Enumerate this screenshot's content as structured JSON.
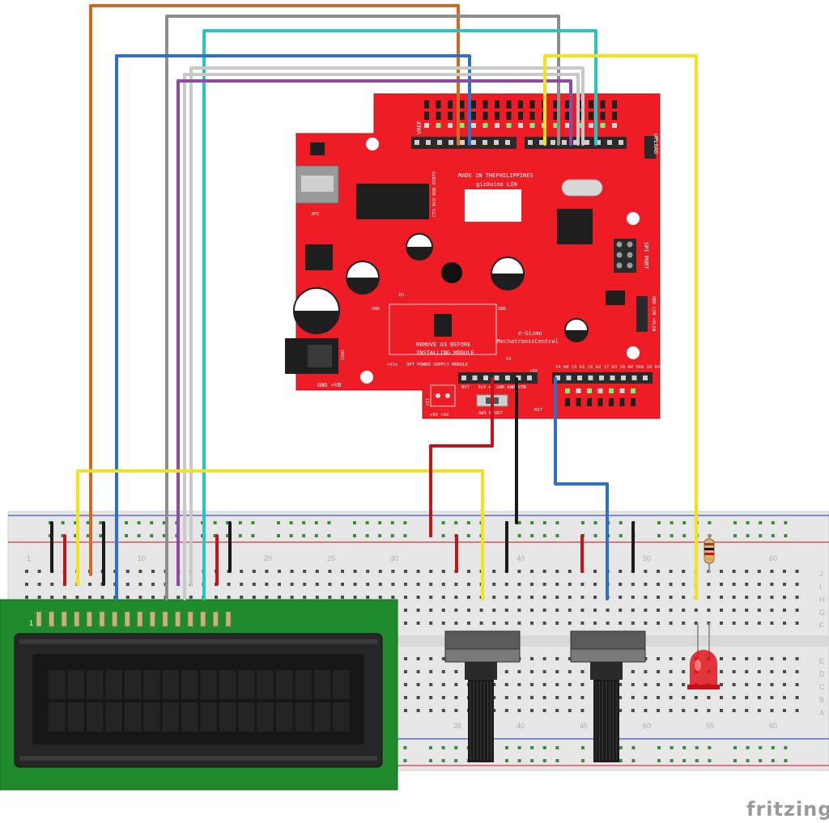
{
  "board": {
    "made_in": "MADE IN THEPHILIPPINES",
    "model": "gizDuino LIN",
    "remove_note_1": "REMOVE  U3  BEFORE",
    "remove_note_2": "INSTALLING MODULE",
    "opt_power": "OPT POWER  SUPPLY  MODULE",
    "brand_1": "e-Gizmo",
    "brand_2": "MechatronixCentral",
    "upload": "UPLOAD",
    "spi_port": "SPI PORT",
    "lin_label": "GND LIN +VLIN",
    "gnd_vb": "GND +VB",
    "gnd": "GND",
    "vref": "VREF",
    "gnd2": "GND",
    "rst": "RST",
    "power_pins": "3v3  +5  GND GND VIN",
    "analog_pins": "14 A0  15 A1  16 A2  17 A3  18 A4 SDA  19 A5 SCL",
    "sw1": "SW1 RESET",
    "j17": "J17",
    "plus5v": "+5V  +5V",
    "cts": "CTS DCD DSR RIRTS",
    "con1": "CON1",
    "jp2": "JP2",
    "r17": "R17",
    "vin": "+Vin",
    "plus5v_2": "+5V",
    "r2": "R2",
    "r3": "R3"
  },
  "breadboard": {
    "column_numbers": [
      "1",
      "10",
      "20",
      "25",
      "30",
      "40",
      "50",
      "60"
    ],
    "column_numbers_lower": [
      "35",
      "40",
      "45",
      "50",
      "55",
      "60"
    ],
    "row_letters_upper": [
      "J",
      "I",
      "H",
      "G",
      "F"
    ],
    "row_letters_lower": [
      "E",
      "D",
      "C",
      "B",
      "A"
    ]
  },
  "lcd": {
    "pin1_label": "1",
    "rows": 2,
    "cols": 16,
    "pin_count": 16
  },
  "wire_colors": {
    "orange": "#d2691e",
    "blue": "#2f6fc4",
    "gray": "#8c8c8c",
    "cyan": "#27c4c4",
    "silver": "#c8c8c8",
    "purple": "#8e4ba3",
    "yellow": "#f2e21a",
    "red": "#c0161b",
    "black": "#1a1a1a"
  },
  "watermark": "fritzing"
}
